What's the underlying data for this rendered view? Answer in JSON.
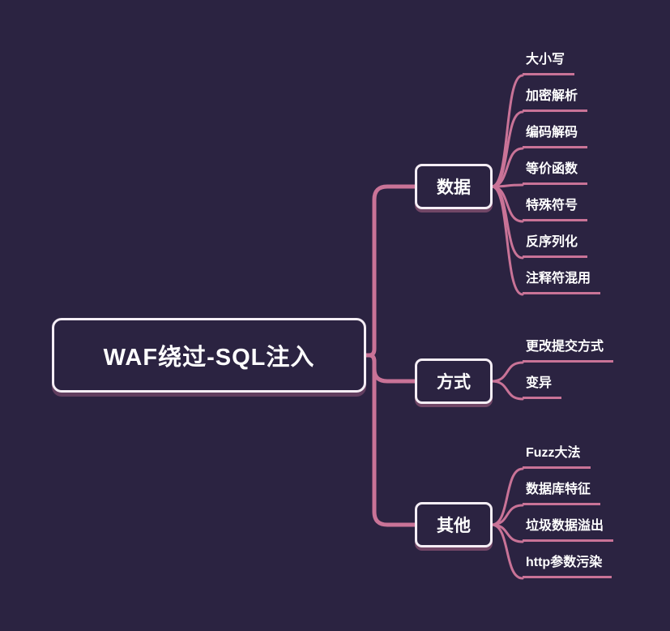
{
  "root": {
    "label": "WAF绕过-SQL注入"
  },
  "branches": [
    {
      "label": "数据",
      "children": [
        "大小写",
        "加密解析",
        "编码解码",
        "等价函数",
        "特殊符号",
        "反序列化",
        "注释符混用"
      ]
    },
    {
      "label": "方式",
      "children": [
        "更改提交方式",
        "变异"
      ]
    },
    {
      "label": "其他",
      "children": [
        "Fuzz大法",
        "数据库特征",
        "垃圾数据溢出",
        "http参数污染"
      ]
    }
  ],
  "colors": {
    "background": "#2b2341",
    "line": "#c97397",
    "node_border": "#f5eef5",
    "text": "#ffffff"
  }
}
